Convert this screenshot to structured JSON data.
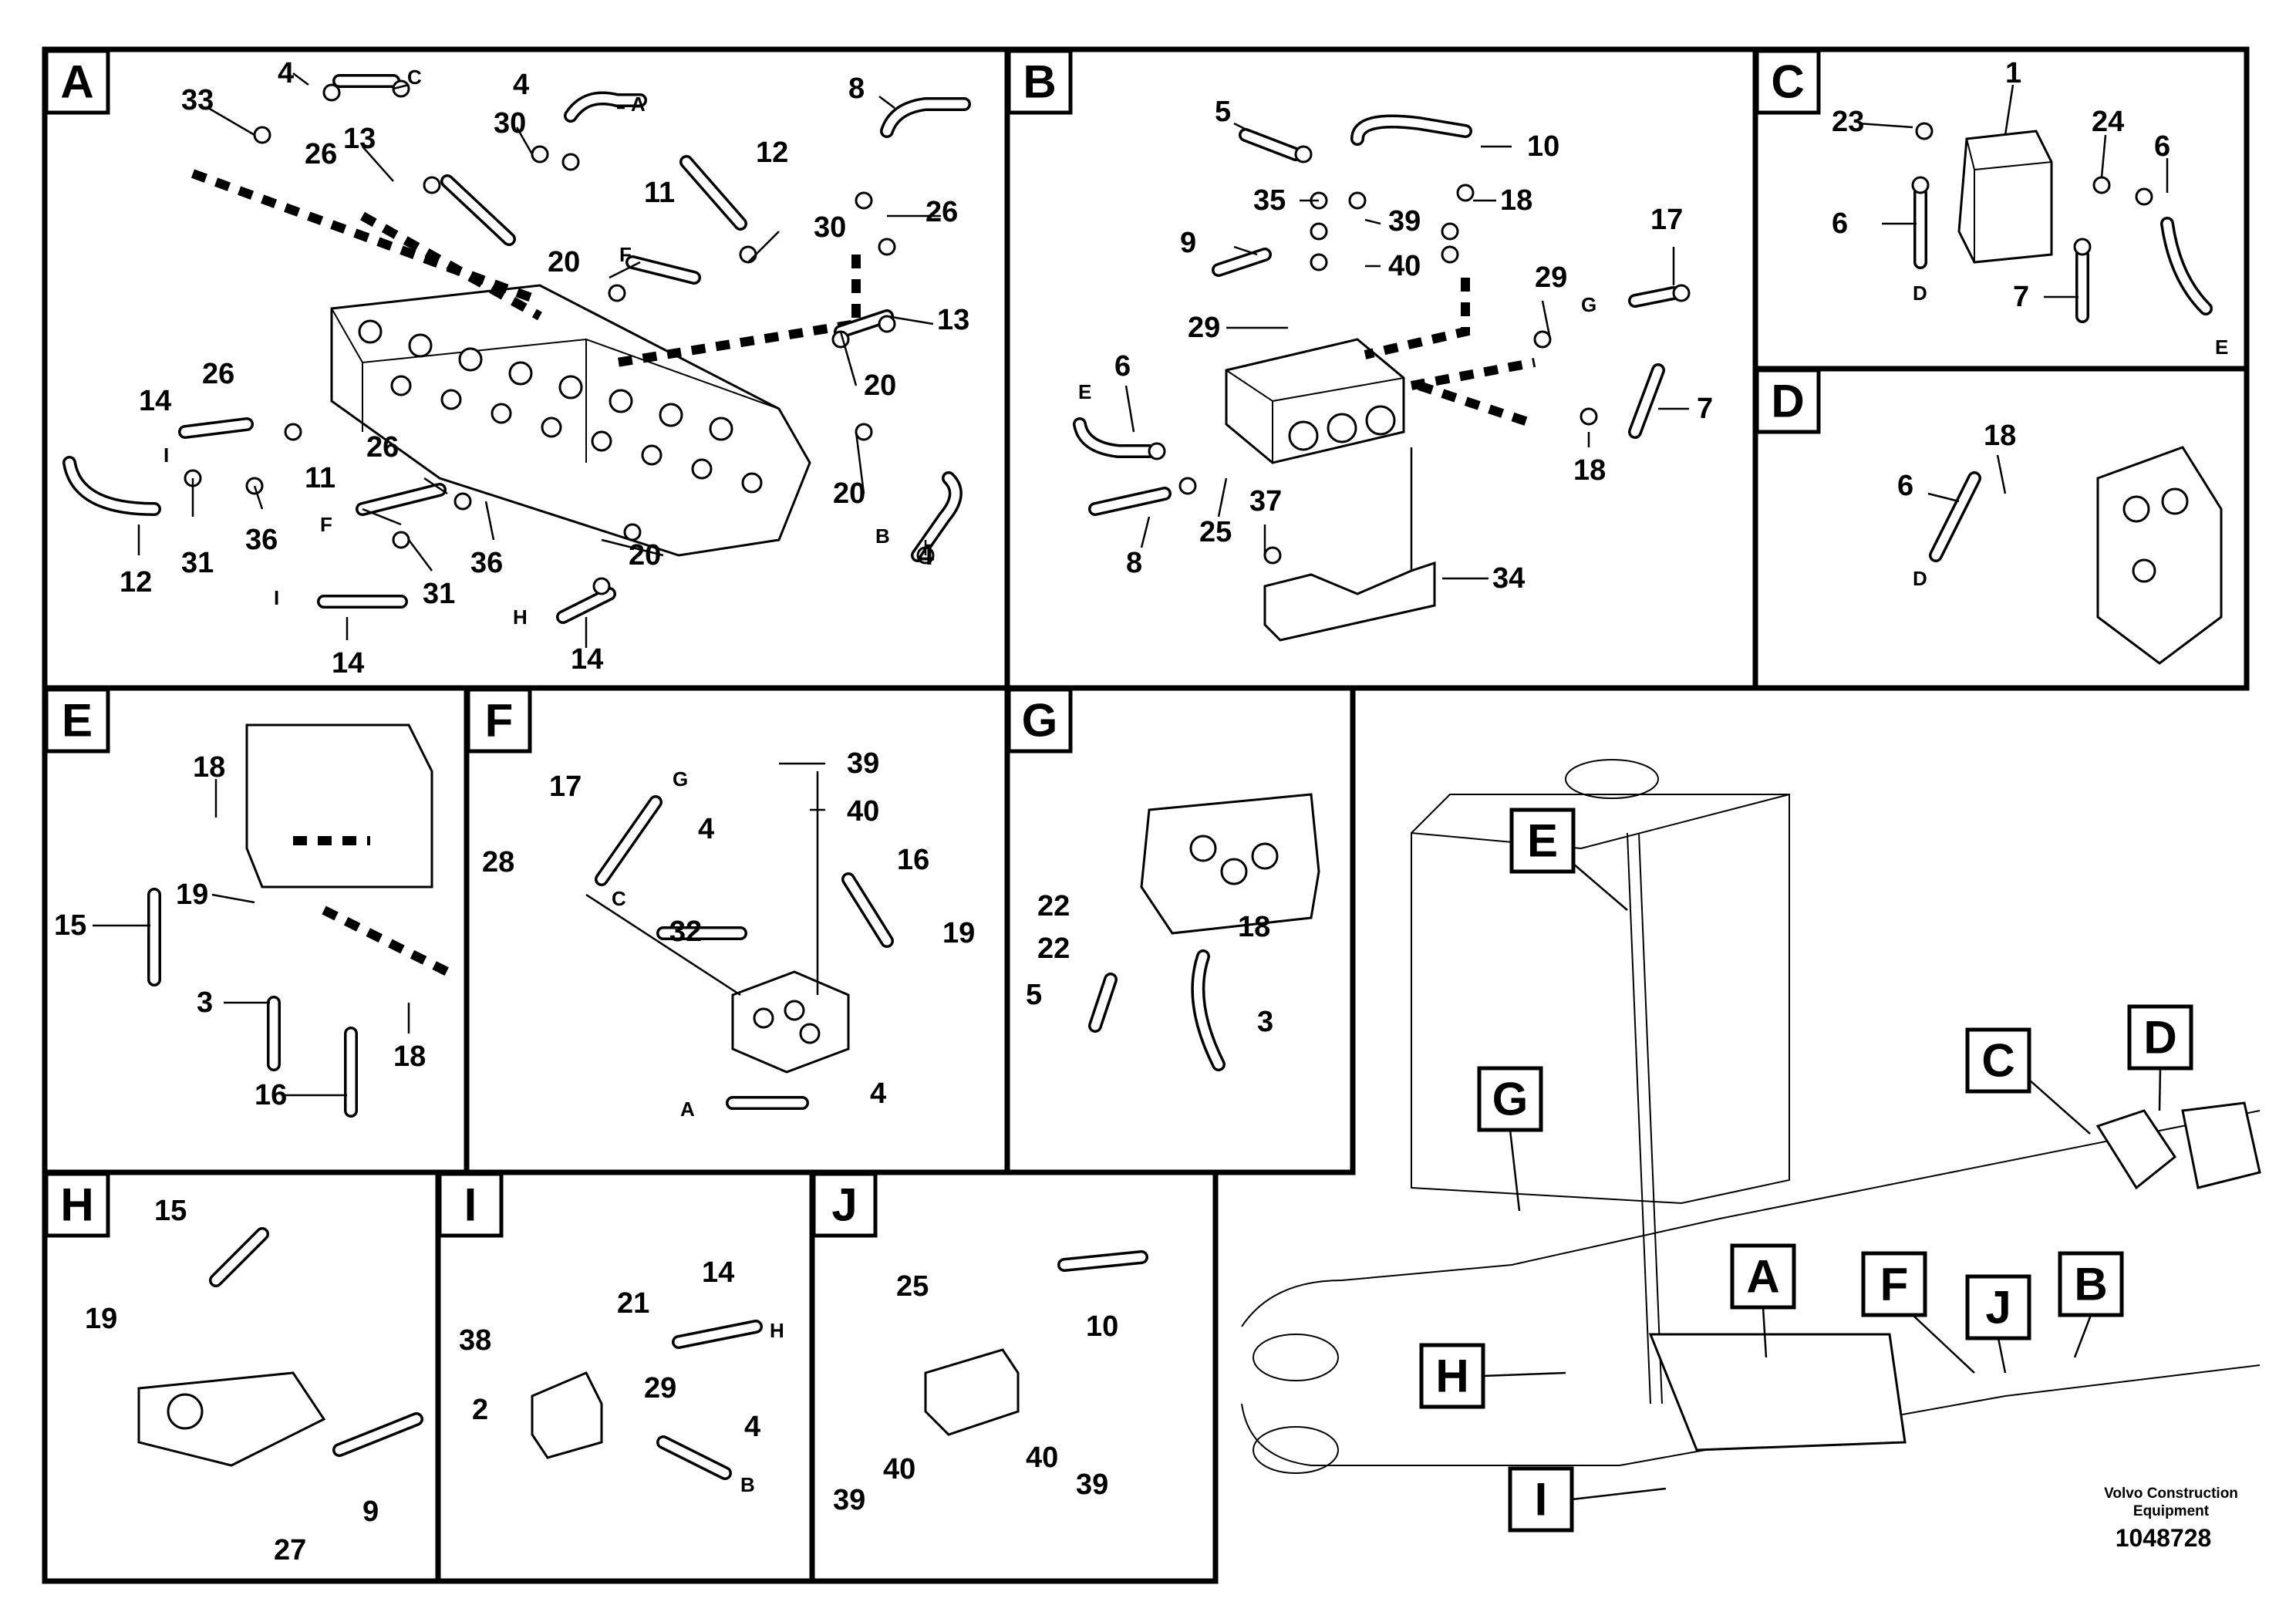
{
  "panels": {
    "A": {
      "label": "A",
      "callouts": [
        "33",
        "4",
        "C",
        "4",
        "A",
        "8",
        "26",
        "13",
        "30",
        "12",
        "11",
        "F",
        "20",
        "30",
        "26",
        "13",
        "14",
        "26",
        "20",
        "I",
        "12",
        "31",
        "36",
        "26",
        "11",
        "F",
        "31",
        "36",
        "20",
        "20",
        "B",
        "4",
        "I",
        "14",
        "H",
        "14"
      ]
    },
    "B": {
      "label": "B",
      "callouts": [
        "5",
        "10",
        "35",
        "18",
        "39",
        "40",
        "9",
        "17",
        "29",
        "G",
        "29",
        "E",
        "6",
        "25",
        "8",
        "18",
        "7",
        "37",
        "34"
      ]
    },
    "C": {
      "label": "C",
      "callouts": [
        "1",
        "23",
        "24",
        "6",
        "6",
        "D",
        "7",
        "E"
      ]
    },
    "D": {
      "label": "D",
      "callouts": [
        "18",
        "6",
        "D"
      ]
    },
    "E": {
      "label": "E",
      "callouts": [
        "18",
        "15",
        "19",
        "3",
        "16",
        "18"
      ]
    },
    "F": {
      "label": "F",
      "callouts": [
        "39",
        "40",
        "17",
        "G",
        "28",
        "4",
        "C",
        "16",
        "32",
        "19",
        "A",
        "4"
      ]
    },
    "G": {
      "label": "G",
      "callouts": [
        "22",
        "22",
        "18",
        "5",
        "3"
      ]
    },
    "H": {
      "label": "H",
      "callouts": [
        "15",
        "19",
        "9",
        "27"
      ]
    },
    "I": {
      "label": "I",
      "callouts": [
        "14",
        "38",
        "21",
        "H",
        "29",
        "2",
        "4",
        "B"
      ]
    },
    "J": {
      "label": "J",
      "callouts": [
        "25",
        "10",
        "39",
        "40",
        "40",
        "39"
      ]
    }
  },
  "overview_tags": [
    "E",
    "G",
    "C",
    "D",
    "A",
    "F",
    "J",
    "B",
    "H",
    "I"
  ],
  "footer": {
    "company_line1": "Volvo Construction",
    "company_line2": "Equipment",
    "drawing_number": "1048728"
  }
}
